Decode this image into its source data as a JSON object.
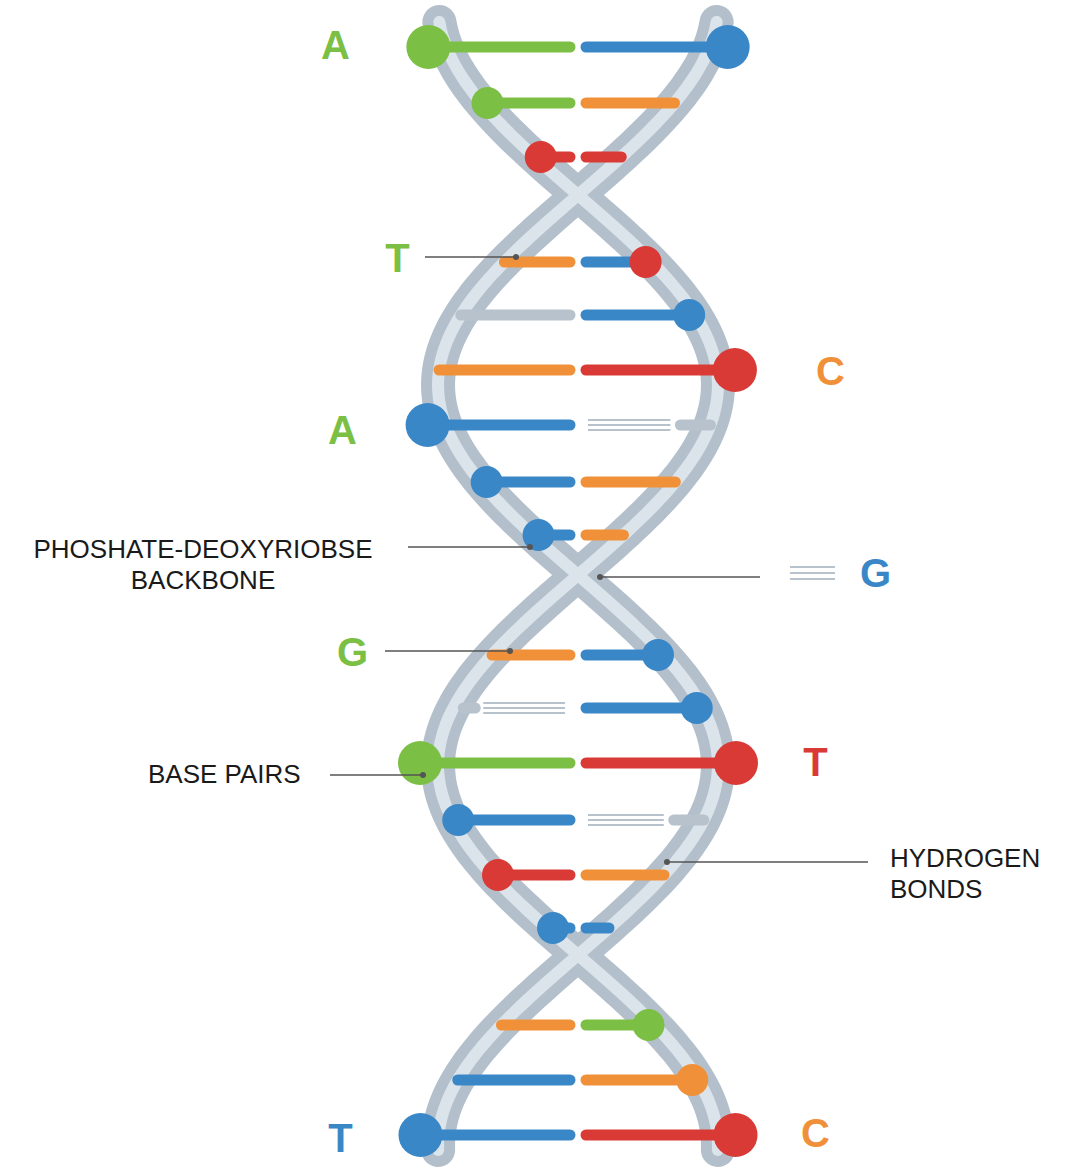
{
  "diagram": {
    "labels": [
      "A",
      "T",
      "C",
      "A",
      "PHOSHATE-DEOXYRIOBSE BACKBONE",
      "G",
      "G",
      "BASE PAIRS",
      "T",
      "HYDROGEN BONDS",
      "T",
      "C"
    ]
  }
}
